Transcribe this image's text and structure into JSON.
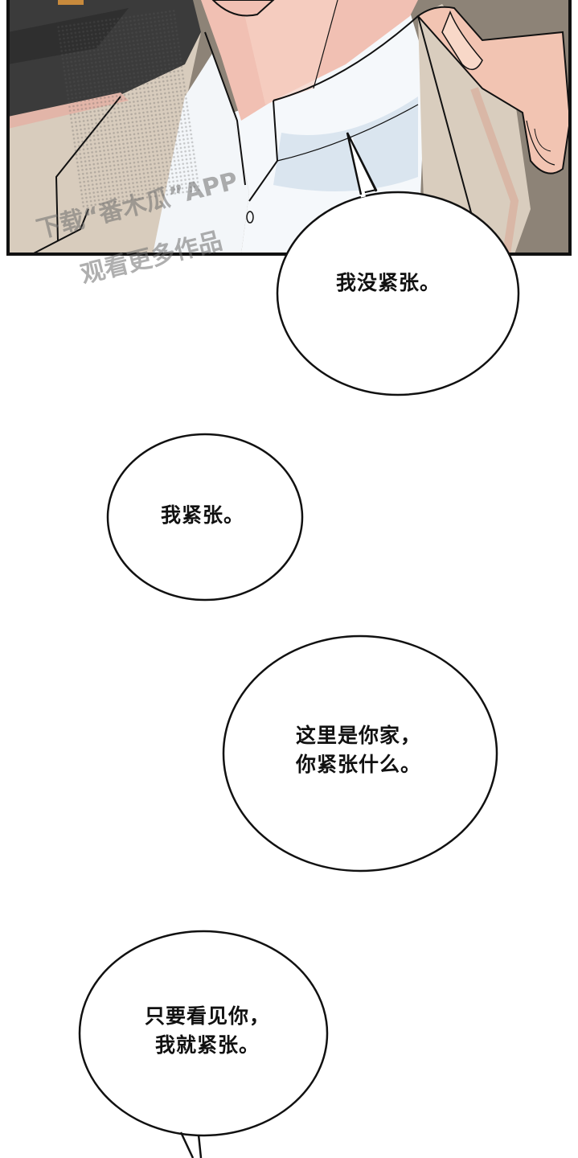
{
  "panel": {
    "description": "close-up of man's neck and shirt collar, hand gripping jacket lapel",
    "colors": {
      "border": "#111111",
      "jacket_dark": "#3a3a3a",
      "jacket_beige": "#d9cdbf",
      "shirt": "#f4f7fa",
      "shirt_shadow": "#cddbe8",
      "skin": "#f1c2b6",
      "skin_light": "#f8dccd",
      "background_gray": "#8d8377"
    }
  },
  "watermark": {
    "brand": "番木瓜",
    "line1": "下载“番木瓜”APP",
    "line2": "观看更多作品"
  },
  "bubbles": [
    {
      "id": "bubble-1",
      "text": "我没紧张。"
    },
    {
      "id": "bubble-2",
      "text": "我紧张。"
    },
    {
      "id": "bubble-3",
      "text": "这里是你家，\n你紧张什么。"
    },
    {
      "id": "bubble-4",
      "text": "只要看见你，\n我就紧张。"
    }
  ]
}
